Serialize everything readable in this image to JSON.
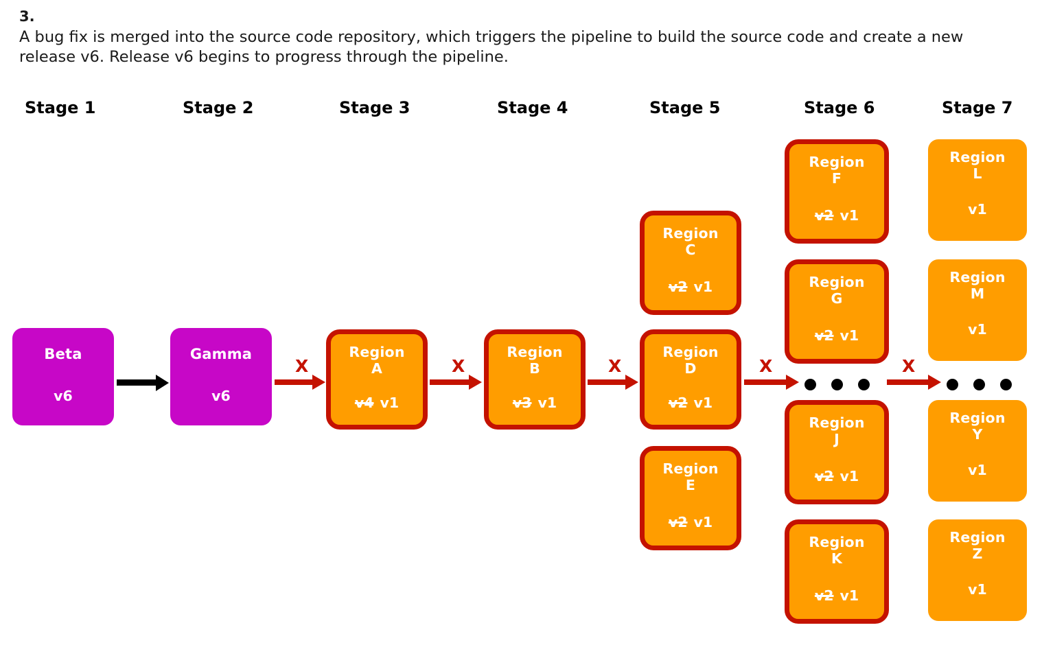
{
  "header": {
    "number": "3.",
    "body": "A bug fix is merged into the source code repository, which triggers the pipeline to build the source code and create a new release v6.  Release v6 begins to progress through the pipeline."
  },
  "colors": {
    "magenta": "#c707c7",
    "orange": "#ff9d00",
    "flag_red": "#c41200",
    "arrow_black": "#000000",
    "text_white": "#ffffff",
    "text_black": "#1a1a1a"
  },
  "stages": [
    {
      "label": "Stage 1"
    },
    {
      "label": "Stage 2"
    },
    {
      "label": "Stage 3"
    },
    {
      "label": "Stage 4"
    },
    {
      "label": "Stage 5"
    },
    {
      "label": "Stage 6"
    },
    {
      "label": "Stage 7"
    }
  ],
  "nodes": [
    {
      "id": "beta",
      "name": "Beta",
      "sub": "",
      "version": "v6",
      "old_version": "",
      "flagged": false,
      "color": "magenta"
    },
    {
      "id": "gamma",
      "name": "Gamma",
      "sub": "",
      "version": "v6",
      "old_version": "",
      "flagged": false,
      "color": "magenta"
    },
    {
      "id": "region-a",
      "name": "Region",
      "sub": "A",
      "version": "v1",
      "old_version": "v4",
      "flagged": true,
      "color": "orange"
    },
    {
      "id": "region-b",
      "name": "Region",
      "sub": "B",
      "version": "v1",
      "old_version": "v3",
      "flagged": true,
      "color": "orange"
    },
    {
      "id": "region-c",
      "name": "Region",
      "sub": "C",
      "version": "v1",
      "old_version": "v2",
      "flagged": true,
      "color": "orange"
    },
    {
      "id": "region-d",
      "name": "Region",
      "sub": "D",
      "version": "v1",
      "old_version": "v2",
      "flagged": true,
      "color": "orange"
    },
    {
      "id": "region-e",
      "name": "Region",
      "sub": "E",
      "version": "v1",
      "old_version": "v2",
      "flagged": true,
      "color": "orange"
    },
    {
      "id": "region-f",
      "name": "Region",
      "sub": "F",
      "version": "v1",
      "old_version": "v2",
      "flagged": true,
      "color": "orange"
    },
    {
      "id": "region-g",
      "name": "Region",
      "sub": "G",
      "version": "v1",
      "old_version": "v2",
      "flagged": true,
      "color": "orange"
    },
    {
      "id": "region-j",
      "name": "Region",
      "sub": "J",
      "version": "v1",
      "old_version": "v2",
      "flagged": true,
      "color": "orange"
    },
    {
      "id": "region-k",
      "name": "Region",
      "sub": "K",
      "version": "v1",
      "old_version": "v2",
      "flagged": true,
      "color": "orange"
    },
    {
      "id": "region-l",
      "name": "Region",
      "sub": "L",
      "version": "v1",
      "old_version": "",
      "flagged": false,
      "color": "orange"
    },
    {
      "id": "region-m",
      "name": "Region",
      "sub": "M",
      "version": "v1",
      "old_version": "",
      "flagged": false,
      "color": "orange"
    },
    {
      "id": "region-y",
      "name": "Region",
      "sub": "Y",
      "version": "v1",
      "old_version": "",
      "flagged": false,
      "color": "orange"
    },
    {
      "id": "region-z",
      "name": "Region",
      "sub": "Z",
      "version": "v1",
      "old_version": "",
      "flagged": false,
      "color": "orange"
    }
  ],
  "connectors": [
    {
      "id": "beta-to-gamma",
      "style": "black",
      "marker": ""
    },
    {
      "id": "gamma-to-a",
      "style": "red",
      "marker": "X"
    },
    {
      "id": "a-to-b",
      "style": "red",
      "marker": "X"
    },
    {
      "id": "b-to-d",
      "style": "red",
      "marker": "X"
    },
    {
      "id": "d-to-stage6",
      "style": "red",
      "marker": "X"
    },
    {
      "id": "stage6-to-stage7",
      "style": "red",
      "marker": "X"
    }
  ],
  "ellipses": [
    {
      "id": "stage6-ellipsis",
      "dots": 3
    },
    {
      "id": "stage7-ellipsis",
      "dots": 3
    }
  ]
}
